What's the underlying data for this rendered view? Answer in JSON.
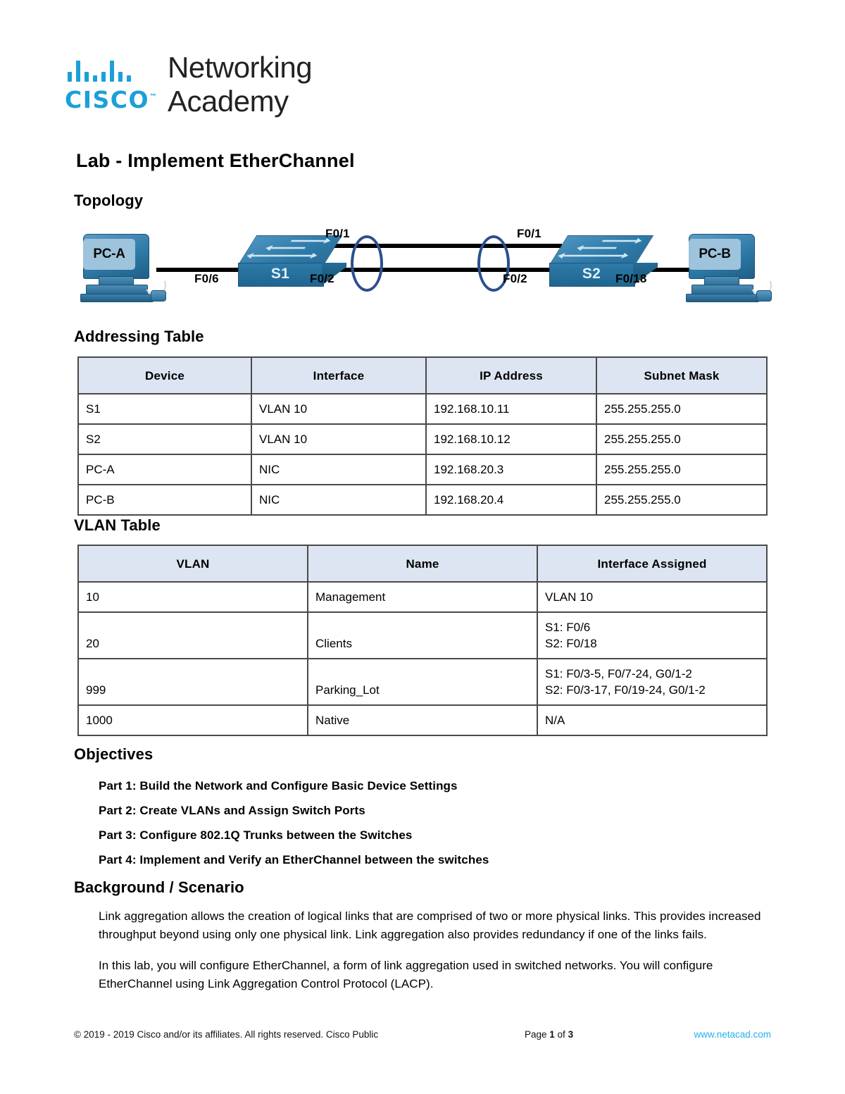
{
  "logo": {
    "mark_text": "CISCO",
    "tm": "™",
    "line1": "Networking",
    "line2": "Academy",
    "brand_color": "#1ba0d7"
  },
  "document": {
    "title": "Lab - Implement EtherChannel"
  },
  "sections": {
    "topology": "Topology",
    "addressing": "Addressing Table",
    "vlan": "VLAN Table",
    "objectives": "Objectives",
    "background": "Background / Scenario"
  },
  "topology": {
    "pc_a": "PC-A",
    "pc_b": "PC-B",
    "s1": "S1",
    "s2": "S2",
    "labels": {
      "pca_s1": "F0/6",
      "s1_f01": "F0/1",
      "s1_f02": "F0/2",
      "s2_f01": "F0/1",
      "s2_f02": "F0/2",
      "s2_pcb": "F0/18"
    },
    "ellipse_color": "#2d4f8e"
  },
  "addressing_table": {
    "headers": [
      "Device",
      "Interface",
      "IP Address",
      "Subnet Mask"
    ],
    "rows": [
      [
        "S1",
        "VLAN 10",
        "192.168.10.11",
        "255.255.255.0"
      ],
      [
        "S2",
        "VLAN 10",
        "192.168.10.12",
        "255.255.255.0"
      ],
      [
        "PC-A",
        "NIC",
        "192.168.20.3",
        "255.255.255.0"
      ],
      [
        "PC-B",
        "NIC",
        "192.168.20.4",
        "255.255.255.0"
      ]
    ],
    "header_bg": "#dce5f1"
  },
  "vlan_table": {
    "headers": [
      "VLAN",
      "Name",
      "Interface Assigned"
    ],
    "rows": [
      {
        "vlan": "10",
        "name": "Management",
        "interfaces": [
          "VLAN 10"
        ]
      },
      {
        "vlan": "20",
        "name": "Clients",
        "interfaces": [
          "S1: F0/6",
          "S2: F0/18"
        ]
      },
      {
        "vlan": "999",
        "name": "Parking_Lot",
        "interfaces": [
          "S1: F0/3-5, F0/7-24, G0/1-2",
          "S2: F0/3-17, F0/19-24, G0/1-2"
        ]
      },
      {
        "vlan": "1000",
        "name": "Native",
        "interfaces": [
          "N/A"
        ]
      }
    ],
    "header_bg": "#dce5f1"
  },
  "objectives": [
    "Part 1: Build the Network and Configure Basic Device Settings",
    "Part 2: Create VLANs and Assign Switch Ports",
    "Part 3: Configure 802.1Q Trunks between the Switches",
    "Part 4: Implement and Verify an EtherChannel between the switches"
  ],
  "background": [
    "Link aggregation allows the creation of logical links that are comprised of two or more physical links. This provides increased throughput beyond using only one physical link. Link aggregation also provides redundancy if one of the links fails.",
    "In this lab, you will configure EtherChannel, a form of link aggregation used in switched networks. You will configure EtherChannel using Link Aggregation Control Protocol (LACP)."
  ],
  "footer": {
    "copyright": "© 2019 - 2019 Cisco and/or its affiliates. All rights reserved. Cisco Public",
    "page_prefix": "Page ",
    "page_current": "1",
    "page_mid": " of ",
    "page_total": "3",
    "site": "www.netacad.com",
    "link_color": "#23b0ef"
  }
}
